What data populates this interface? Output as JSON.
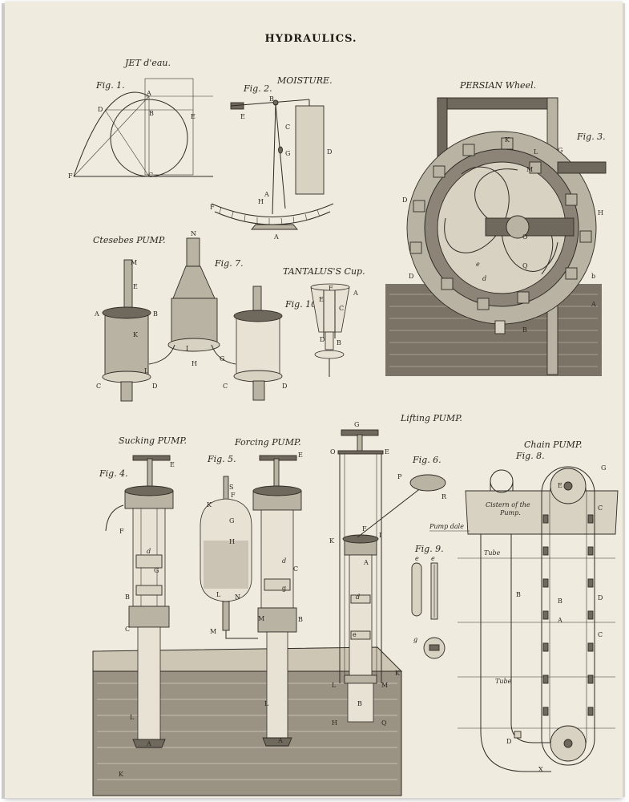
{
  "plate": {
    "title": "HYDRAULICS.",
    "captions": {
      "jet": "JET d'eau.",
      "moisture": "MOISTURE.",
      "persian": "PERSIAN Wheel.",
      "ctesebes": "Ctesebes PUMP.",
      "tantalus": "TANTALUS'S Cup.",
      "lifting": "Lifting PUMP.",
      "sucking": "Sucking PUMP.",
      "forcing": "Forcing PUMP.",
      "chain": "Chain PUMP."
    },
    "figures": {
      "fig1": "Fig. 1.",
      "fig2": "Fig. 2.",
      "fig3": "Fig. 3.",
      "fig4": "Fig. 4.",
      "fig5": "Fig. 5.",
      "fig6": "Fig. 6.",
      "fig7": "Fig. 7.",
      "fig8": "Fig. 8.",
      "fig9": "Fig. 9.",
      "fig10": "Fig. 10."
    },
    "notes": {
      "cistern_line1": "Cistern of the",
      "cistern_line2": "Pump.",
      "pump_dale": "Pump dale",
      "tube_top": "Tube",
      "tube_mid": "Tube"
    }
  }
}
